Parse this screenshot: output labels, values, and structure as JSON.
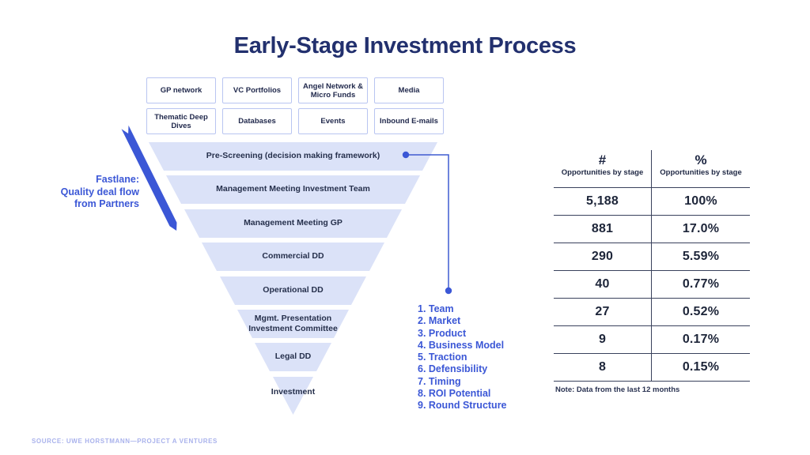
{
  "slide": {
    "title": "Early-Stage Investment Process",
    "source": "SOURCE: UWE HORSTMANN—PROJECT A VENTURES"
  },
  "channels": {
    "items": [
      "GP network",
      "VC Portfolios",
      "Angel Network & Micro Funds",
      "Media",
      "Thematic Deep Dives",
      "Databases",
      "Events",
      "Inbound E-mails"
    ]
  },
  "fastlane": {
    "lines": [
      "Fastlane:",
      "Quality deal flow",
      "from Partners"
    ]
  },
  "funnel": {
    "stages": [
      "Pre-Screening (decision making framework)",
      "Management Meeting Investment Team",
      "Management Meeting GP",
      "Commercial DD",
      "Operational DD",
      "Mgmt. Presentation Investment Committee",
      "Legal DD",
      "Investment"
    ]
  },
  "criteria": {
    "items": [
      "1. Team",
      "2. Market",
      "3. Product",
      "4. Business Model",
      "5. Traction",
      "6. Defensibility",
      "7. Timing",
      "8. ROI Potential",
      "9. Round Structure"
    ]
  },
  "table": {
    "columns": [
      {
        "symbol": "#",
        "label": "Opportunities by stage"
      },
      {
        "symbol": "%",
        "label": "Opportunities by stage"
      }
    ],
    "rows": [
      {
        "count": "5,188",
        "pct": "100%"
      },
      {
        "count": "881",
        "pct": "17.0%"
      },
      {
        "count": "290",
        "pct": "5.59%"
      },
      {
        "count": "40",
        "pct": "0.77%"
      },
      {
        "count": "27",
        "pct": "0.52%"
      },
      {
        "count": "9",
        "pct": "0.17%"
      },
      {
        "count": "8",
        "pct": "0.15%"
      }
    ],
    "note": "Note: Data from the last 12 months"
  },
  "colors": {
    "accent_blue": "#3b57d6",
    "funnel_fill": "#dbe2f8",
    "title_navy": "#22306e",
    "dark_text": "#232c49",
    "box_border": "#b9c5f1",
    "table_line": "#39415c",
    "source_text": "#a9b2ec"
  }
}
